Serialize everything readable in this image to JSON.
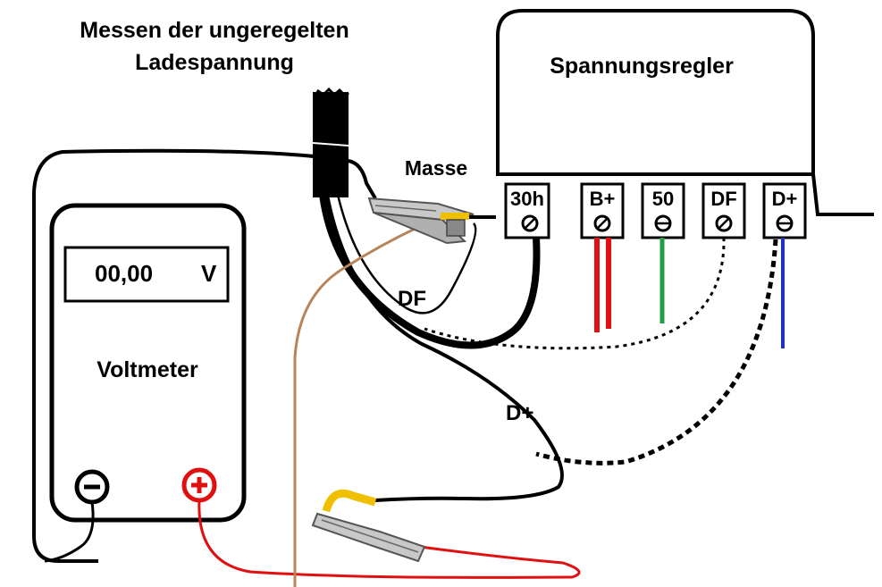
{
  "title": {
    "line1": "Messen der ungeregelten",
    "line2": "Ladespannung"
  },
  "regulator": {
    "label": "Spannungsregler",
    "terminals": [
      "30h",
      "B+",
      "50",
      "DF",
      "D+"
    ]
  },
  "voltmeter": {
    "label": "Voltmeter",
    "display_value": "00,00",
    "display_unit": "V",
    "minus_symbol": "⊖",
    "plus_symbol": "⊕"
  },
  "labels": {
    "ground_clip": "Masse",
    "df_wire": "DF",
    "dplus_wire": "D+"
  },
  "colors": {
    "black": "#000000",
    "red": "#e01010",
    "green": "#20a040",
    "blue": "#2030c0",
    "brown": "#b8845a",
    "yellow": "#f0c000",
    "clip_gray": "#a0a0a0"
  }
}
